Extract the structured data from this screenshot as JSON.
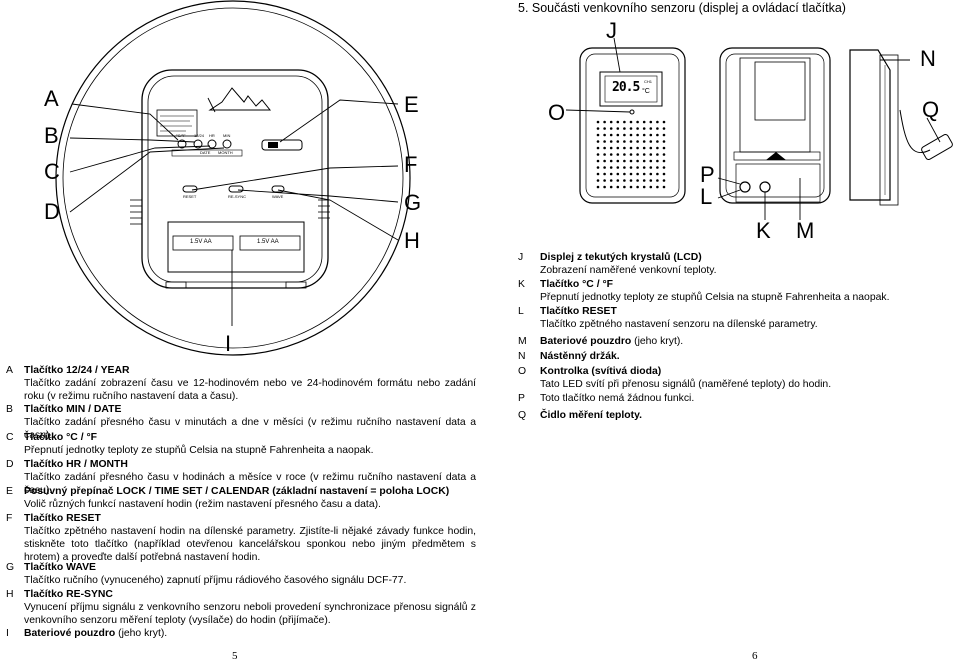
{
  "section_title": "5. Součásti venkovního senzoru (displej a ovládací tlačítka)",
  "left_figure": {
    "callouts": [
      "A",
      "B",
      "C",
      "D",
      "E",
      "F",
      "G",
      "H",
      "I"
    ],
    "sticker_lines": [
      "",
      "",
      "",
      ""
    ],
    "button_labels": [
      "°C/°F",
      "12/24",
      "HR",
      "MONTH",
      "MIN",
      "DATE",
      "RESET",
      "RE-SYNC",
      "WAVE"
    ],
    "battery_labels": [
      "1.5V AA",
      "1.5V AA"
    ]
  },
  "right_figure": {
    "callouts": [
      "J",
      "O",
      "N",
      "Q",
      "P",
      "L",
      "K",
      "M"
    ],
    "lcd_value": "20.5",
    "lcd_unit": "°C",
    "lcd_channel": "CH1"
  },
  "left_items": [
    {
      "key": "A",
      "title": "Tlačítko 12/24 / YEAR",
      "desc": "Tlačítko zadání zobrazení času ve 12-hodinovém nebo ve 24-hodinovém formátu nebo zadání roku (v režimu ručního nastavení data a času)."
    },
    {
      "key": "B",
      "title": "Tlačítko MIN / DATE",
      "desc": "Tlačítko zadání přesného času v minutách a dne v měsíci (v režimu ručního nastavení data a času)."
    },
    {
      "key": "C",
      "title": "Tlačítko °C / °F",
      "desc": "Přepnutí jednotky teploty ze stupňů Celsia na stupně Fahrenheita a naopak."
    },
    {
      "key": "D",
      "title": "Tlačítko HR / MONTH",
      "desc": "Tlačítko zadání přesného času v hodinách a měsíce v roce (v režimu ručního nastavení data a času)."
    },
    {
      "key": "E",
      "title": "Posuvný přepínač LOCK / TIME SET / CALENDAR (základní nastavení = poloha LOCK)",
      "desc": "Volič různých funkcí nastavení hodin (režim nastavení přesného času a data)."
    },
    {
      "key": "F",
      "title": "Tlačítko RESET",
      "desc": "Tlačítko zpětného nastavení hodin na dílenské parametry. Zjistíte-li nějaké závady funkce hodin, stiskněte toto tlačítko (například otevřenou kancelářskou sponkou nebo jiným předmětem s hrotem) a proveďte další potřebná nastavení hodin."
    },
    {
      "key": "G",
      "title": "Tlačítko WAVE",
      "desc": "Tlačítko ručního (vynuceného) zapnutí příjmu rádiového časového signálu DCF-77."
    },
    {
      "key": "H",
      "title": "Tlačítko RE-SYNC",
      "desc": "Vynucení příjmu signálu z venkovního senzoru neboli provedení synchronizace přenosu signálů z venkovního senzoru měření teploty (vysílače) do hodin (přijímače)."
    },
    {
      "key": "I",
      "title": "Bateriové pouzdro",
      "desc": "(jeho kryt)."
    }
  ],
  "right_items": [
    {
      "key": "J",
      "title": "Displej z tekutých krystalů (LCD)",
      "desc": "Zobrazení naměřené venkovní teploty."
    },
    {
      "key": "K",
      "title": "Tlačítko °C / °F",
      "desc": "Přepnutí jednotky teploty ze stupňů Celsia na stupně Fahrenheita a naopak."
    },
    {
      "key": "L",
      "title": "Tlačítko RESET",
      "desc": "Tlačítko zpětného nastavení senzoru na dílenské parametry."
    },
    {
      "key": "M",
      "title": "Bateriové pouzdro",
      "desc": "(jeho kryt)."
    },
    {
      "key": "N",
      "title": "Nástěnný držák.",
      "desc": ""
    },
    {
      "key": "O",
      "title": "Kontrolka (svítivá dioda)",
      "desc": "Tato LED svítí při přenosu signálů (naměřené teploty) do hodin."
    },
    {
      "key": "P",
      "title": "",
      "desc": "Toto tlačítko nemá žádnou funkci."
    },
    {
      "key": "Q",
      "title": "Čidlo měření teploty.",
      "desc": ""
    }
  ],
  "page_numbers": {
    "left": "5",
    "right": "6"
  }
}
